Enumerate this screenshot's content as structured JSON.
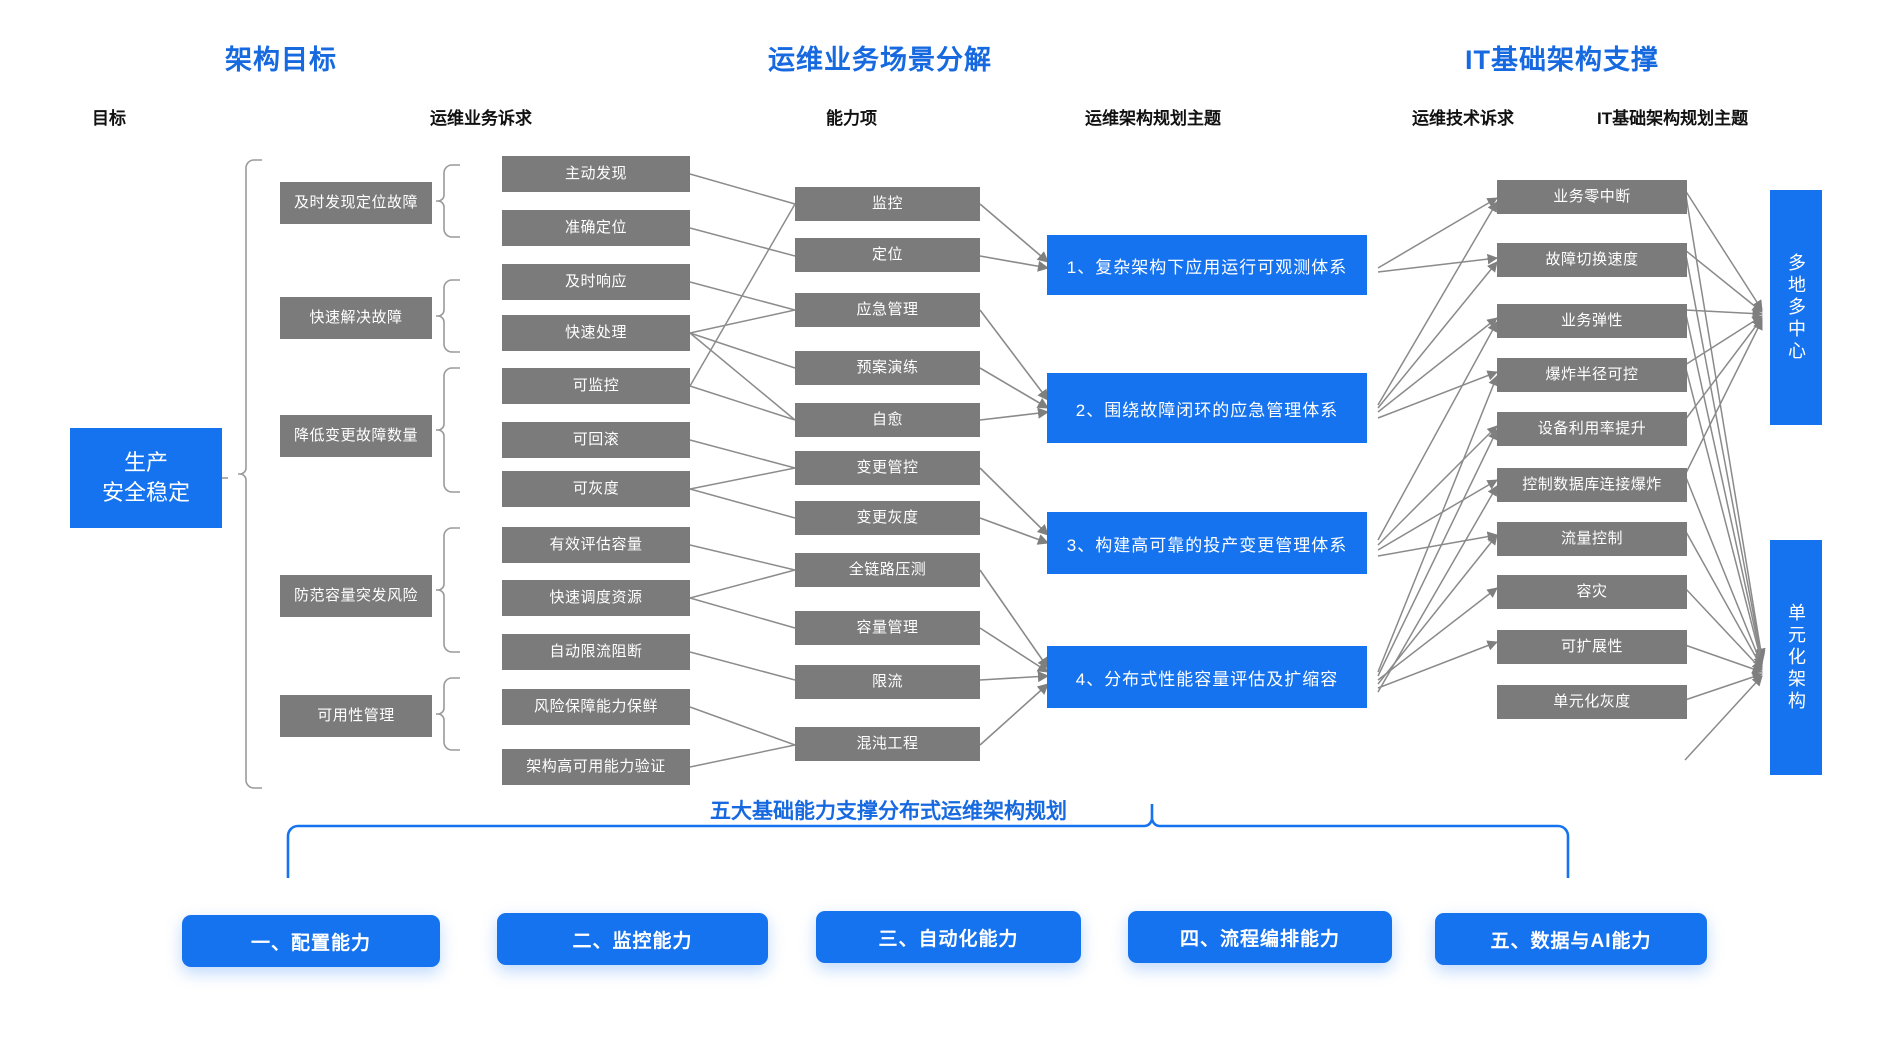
{
  "sections": [
    {
      "id": "arch-goal",
      "title": "架构目标"
    },
    {
      "id": "ops-scene",
      "title": "运维业务场景分解"
    },
    {
      "id": "it-infra",
      "title": "IT基础架构支撑"
    }
  ],
  "column_headers": [
    {
      "id": "goal",
      "label": "目标"
    },
    {
      "id": "ops-demand",
      "label": "运维业务诉求"
    },
    {
      "id": "capability",
      "label": "能力项"
    },
    {
      "id": "ops-arch-theme",
      "label": "运维架构规划主题"
    },
    {
      "id": "tech-demand",
      "label": "运维技术诉求"
    },
    {
      "id": "it-arch-theme",
      "label": "IT基础架构规划主题"
    }
  ],
  "goal": {
    "label": "生产\n安全稳定"
  },
  "ops_demands": [
    {
      "label": "及时发现定位故障"
    },
    {
      "label": "快速解决故障"
    },
    {
      "label": "降低变更故障数量"
    },
    {
      "label": "防范容量突发风险"
    },
    {
      "label": "可用性管理"
    }
  ],
  "sub_demands": [
    {
      "label": "主动发现"
    },
    {
      "label": "准确定位"
    },
    {
      "label": "及时响应"
    },
    {
      "label": "快速处理"
    },
    {
      "label": "可监控"
    },
    {
      "label": "可回滚"
    },
    {
      "label": "可灰度"
    },
    {
      "label": "有效评估容量"
    },
    {
      "label": "快速调度资源"
    },
    {
      "label": "自动限流阻断"
    },
    {
      "label": "风险保障能力保鲜"
    },
    {
      "label": "架构高可用能力验证"
    }
  ],
  "capabilities": [
    {
      "label": "监控"
    },
    {
      "label": "定位"
    },
    {
      "label": "应急管理"
    },
    {
      "label": "预案演练"
    },
    {
      "label": "自愈"
    },
    {
      "label": "变更管控"
    },
    {
      "label": "变更灰度"
    },
    {
      "label": "全链路压测"
    },
    {
      "label": "容量管理"
    },
    {
      "label": "限流"
    },
    {
      "label": "混沌工程"
    }
  ],
  "arch_themes": [
    {
      "label": "1、复杂架构下应用运行可观测体系"
    },
    {
      "label": "2、围绕故障闭环的应急管理体系"
    },
    {
      "label": "3、构建高可靠的投产变更管理体系"
    },
    {
      "label": "4、分布式性能容量评估及扩缩容"
    }
  ],
  "tech_demands": [
    {
      "label": "业务零中断"
    },
    {
      "label": "故障切换速度"
    },
    {
      "label": "业务弹性"
    },
    {
      "label": "爆炸半径可控"
    },
    {
      "label": "设备利用率提升"
    },
    {
      "label": "控制数据库连接爆炸"
    },
    {
      "label": "流量控制"
    },
    {
      "label": "容灾"
    },
    {
      "label": "可扩展性"
    },
    {
      "label": "单元化灰度"
    }
  ],
  "it_themes": [
    {
      "label": "多地多中心"
    },
    {
      "label": "单元化架构"
    }
  ],
  "bottom": {
    "title": "五大基础能力支撑分布式运维架构规划",
    "capabilities": [
      {
        "label": "一、配置能力"
      },
      {
        "label": "二、监控能力"
      },
      {
        "label": "三、自动化能力"
      },
      {
        "label": "四、流程编排能力"
      },
      {
        "label": "五、数据与AI能力"
      }
    ]
  },
  "colors": {
    "accent": "#1673ef",
    "title": "#1769e0",
    "gray_box": "#7b7b7b",
    "connector": "#7f7f7f",
    "text_dark": "#111111"
  }
}
